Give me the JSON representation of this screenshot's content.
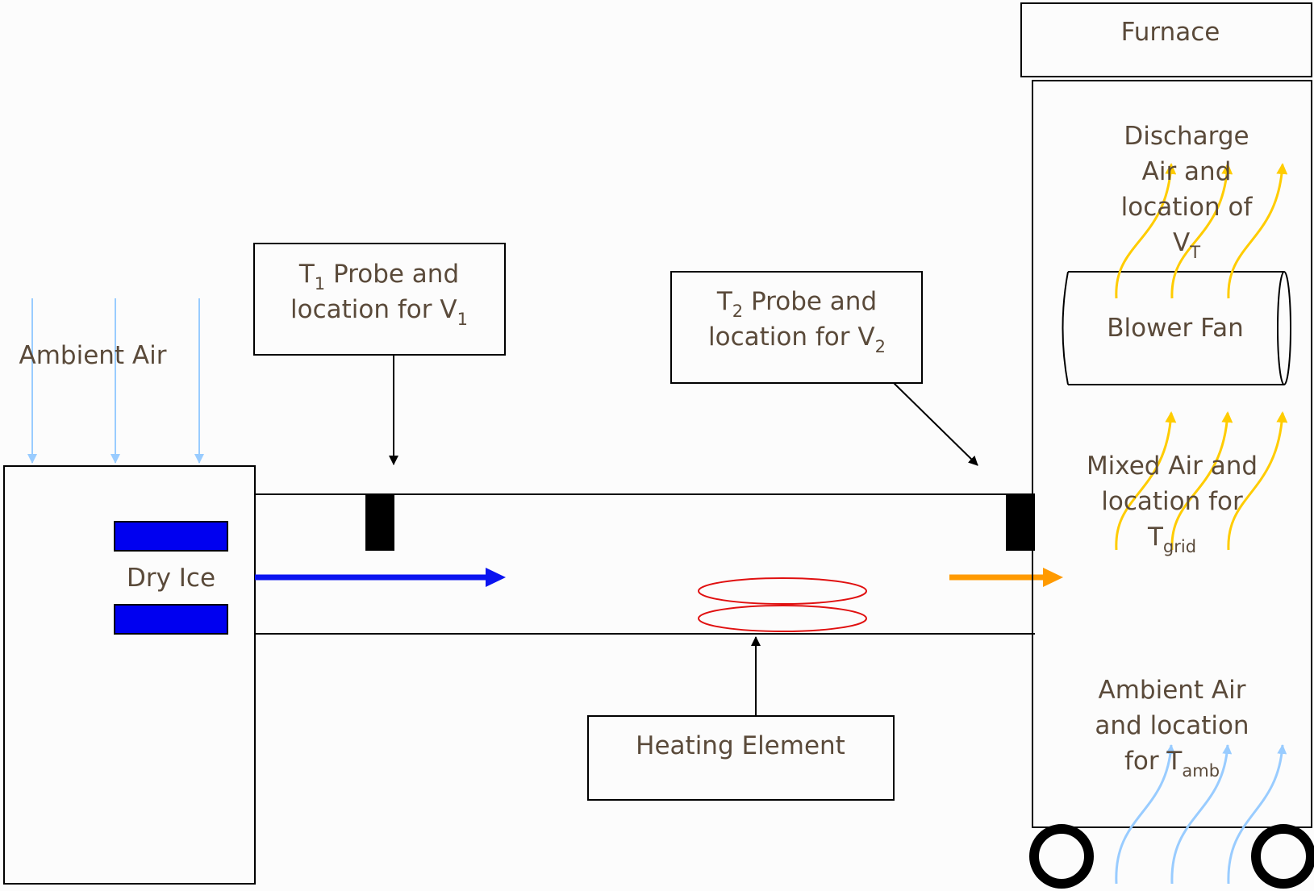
{
  "colors": {
    "text": "#5a4a3a",
    "dry_ice": "#0000f0",
    "cold_arrow": "#0a14f0",
    "warm_arrow": "#ff9a00",
    "heater_coil": "#e01010",
    "probe": "#000000",
    "ambient_arrows": "#99ccff",
    "yellow_flow": "#ffcc00"
  },
  "labels": {
    "ambient_air": "Ambient Air",
    "dry_ice": "Dry Ice",
    "heating_element": "Heating Element",
    "furnace": "Furnace",
    "blower_fan": "Blower Fan",
    "t1": {
      "base": "T",
      "sub": "1",
      "rest_line1": " Probe and",
      "line2": "location for V",
      "line2_sub": "1"
    },
    "t2": {
      "base": "T",
      "sub": "2",
      "rest_line1": " Probe and",
      "line2": "location for V",
      "line2_sub": "2"
    },
    "discharge": {
      "line1": "Discharge",
      "line2": "Air and",
      "line3": "location of",
      "line4": "V",
      "line4_sub": "T"
    },
    "mixed": {
      "line1": "Mixed Air and",
      "line2": "location for",
      "line3": "T",
      "line3_sub": "grid"
    },
    "ambient_tamb": {
      "line1": "Ambient Air",
      "line2": "and location",
      "line3": "for T",
      "line3_sub": "amb"
    }
  },
  "icons": {
    "ambient_arrows": "down-arrow-icon",
    "flow_cold": "right-arrow-icon",
    "flow_warm": "right-arrow-icon",
    "wheels": "wheel-icon"
  }
}
